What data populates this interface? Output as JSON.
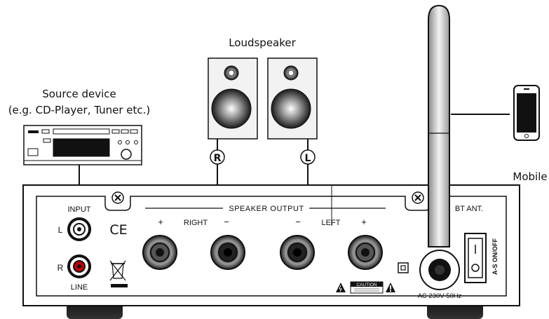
{
  "labels": {
    "loudspeaker": "Loudspeaker",
    "source_title": "Source device",
    "source_sub": "(e.g. CD-Player, Tuner etc.)",
    "mobile": "Mobile",
    "input": "INPUT",
    "line": "LINE",
    "l": "L",
    "r": "R",
    "speaker_output": "SPEAKER OUTPUT",
    "right": "RIGHT",
    "left": "LEFT",
    "plus": "+",
    "minus": "−",
    "bt_ant": "BT ANT.",
    "ac": "AC 230V 50Hz",
    "power_switch": "A-S ON/OFF",
    "caution": "CAUTION",
    "ce": "CE",
    "badge_r": "R",
    "badge_l": "L"
  },
  "colors": {
    "line": "#111111",
    "panel_fill": "#ffffff",
    "speaker_box": "#f2f2f2",
    "terminal_red": "#c40000"
  }
}
